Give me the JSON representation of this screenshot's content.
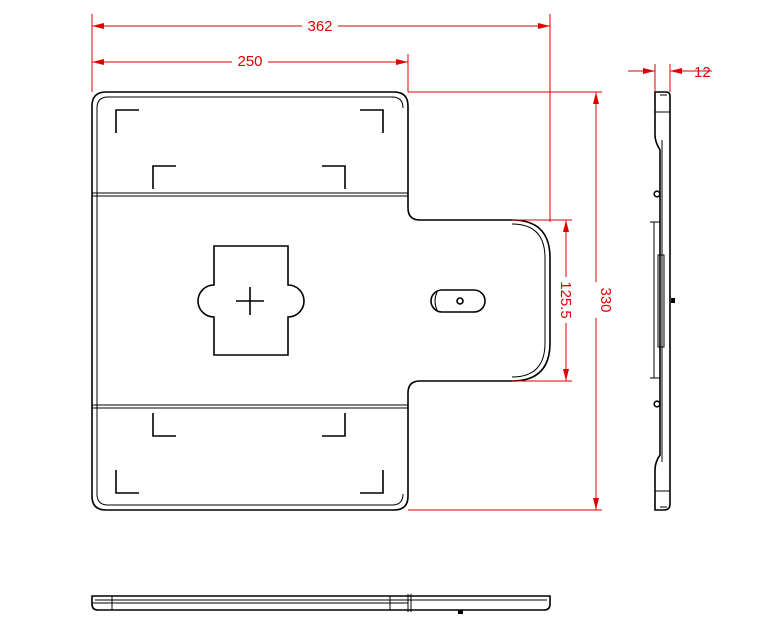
{
  "dimensions": {
    "overall_width": "362",
    "plate_width": "250",
    "overall_height": "330",
    "tab_width": "125.5",
    "thickness": "12"
  },
  "colors": {
    "dimension": "#e00000",
    "outline": "#000000",
    "background": "#ffffff"
  },
  "icons": {
    "center_mark": "plus-crosshair"
  }
}
